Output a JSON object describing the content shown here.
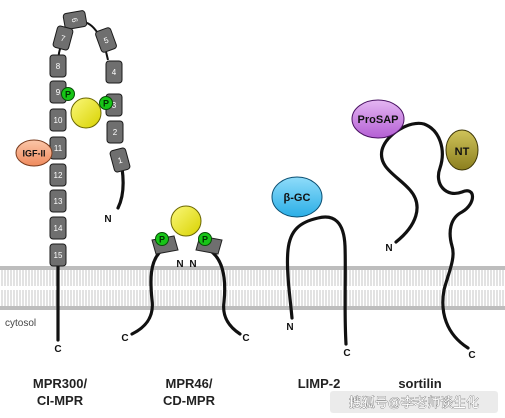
{
  "domains": [
    {
      "label": "1"
    },
    {
      "label": "2"
    },
    {
      "label": "3"
    },
    {
      "label": "4"
    },
    {
      "label": "5"
    },
    {
      "label": "6"
    },
    {
      "label": "7"
    },
    {
      "label": "8"
    },
    {
      "label": "9"
    },
    {
      "label": "10"
    },
    {
      "label": "11"
    },
    {
      "label": "12"
    },
    {
      "label": "13"
    },
    {
      "label": "14"
    },
    {
      "label": "15"
    }
  ],
  "phospho": "P",
  "terminus": {
    "n": "N",
    "c": "C"
  },
  "ligands": {
    "igf2": "IGF-II",
    "bgc": "β-GC",
    "prosap": "ProSAP",
    "nt": "NT"
  },
  "membrane": {
    "cytosol": "cytosol"
  },
  "proteins": {
    "mpr300": {
      "line1": "MPR300/",
      "line2": "CI-MPR"
    },
    "mpr46": {
      "line1": "MPR46/",
      "line2": "CD-MPR"
    },
    "limp2": {
      "line1": "LIMP-2"
    },
    "sortilin": {
      "line1": "sortilin"
    }
  },
  "watermark": "搜狐号@李老师谈生化",
  "colors": {
    "domain_fill": "#6f6f6f",
    "ligand_yellow": "#ece800",
    "phospho_green": "#17c517",
    "igf2_fill": "#f5a27a",
    "bgc_fill": "#4ac3f2",
    "prosap_fill": "#c678e0",
    "nt_fill": "#a89a2a",
    "membrane_line": "#b5b5b5"
  }
}
